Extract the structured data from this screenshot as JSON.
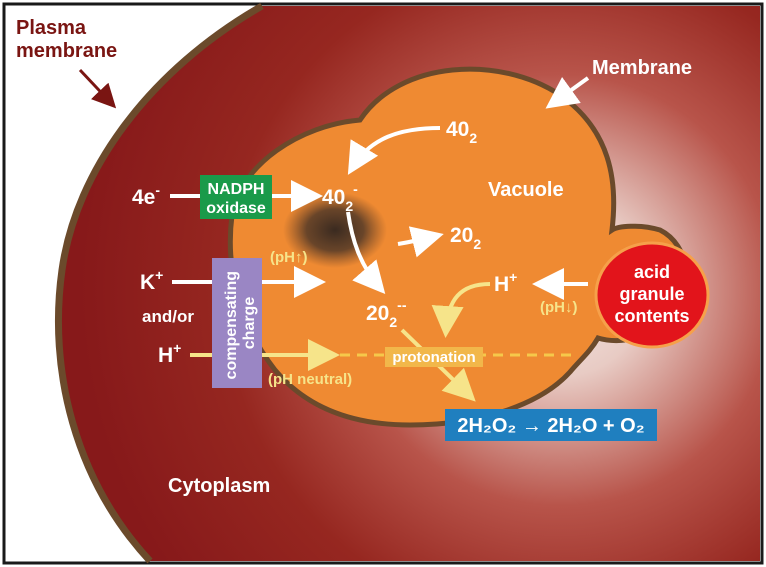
{
  "labels": {
    "plasma_membrane_line1": "Plasma",
    "plasma_membrane_line2": "membrane",
    "membrane": "Membrane",
    "vacuole": "Vacuole",
    "cytoplasm": "Cytoplasm",
    "electrons": "4e",
    "electrons_sup": "-",
    "nadph_line1": "NADPH",
    "nadph_line2": "oxidase",
    "o2_in": "40",
    "o2_in_sub": "2",
    "superoxide": "40",
    "superoxide_sub": "2",
    "superoxide_sup": "-",
    "o2_out": "20",
    "o2_out_sub": "2",
    "peroxide": "20",
    "peroxide_sub": "2",
    "peroxide_sup": "--",
    "k_ion": "K",
    "k_ion_sup": "+",
    "and_or": "and/or",
    "h_ion_left": "H",
    "h_ion_left_sup": "+",
    "h_ion_right": "H",
    "h_ion_right_sup": "+",
    "compensating_charge": "compensating charge",
    "ph_up": "(pH↑)",
    "ph_down": "(pH↓)",
    "ph_neutral": "(pH neutral)",
    "protonation": "protonation",
    "granule_line1": "acid",
    "granule_line2": "granule",
    "granule_line3": "contents",
    "reaction": "2H₂O₂ → 2H₂O + O₂"
  },
  "colors": {
    "frame_border": "#1a1a1a",
    "cytoplasm_dark": "#8c1d18",
    "cytoplasm_light": "#f2e4e0",
    "membrane_brown": "#6b4a2b",
    "vacuole_orange": "#ef8a32",
    "nadph_green": "#1a9a4a",
    "compensating_purple": "#9a86c4",
    "protonation_yellow": "#f2b74a",
    "reaction_blue": "#1f7fbf",
    "granule_red": "#e2141b",
    "arrow_white": "#ffffff",
    "arrow_yellow": "#f6e48a",
    "label_dark_red": "#7a1512"
  }
}
